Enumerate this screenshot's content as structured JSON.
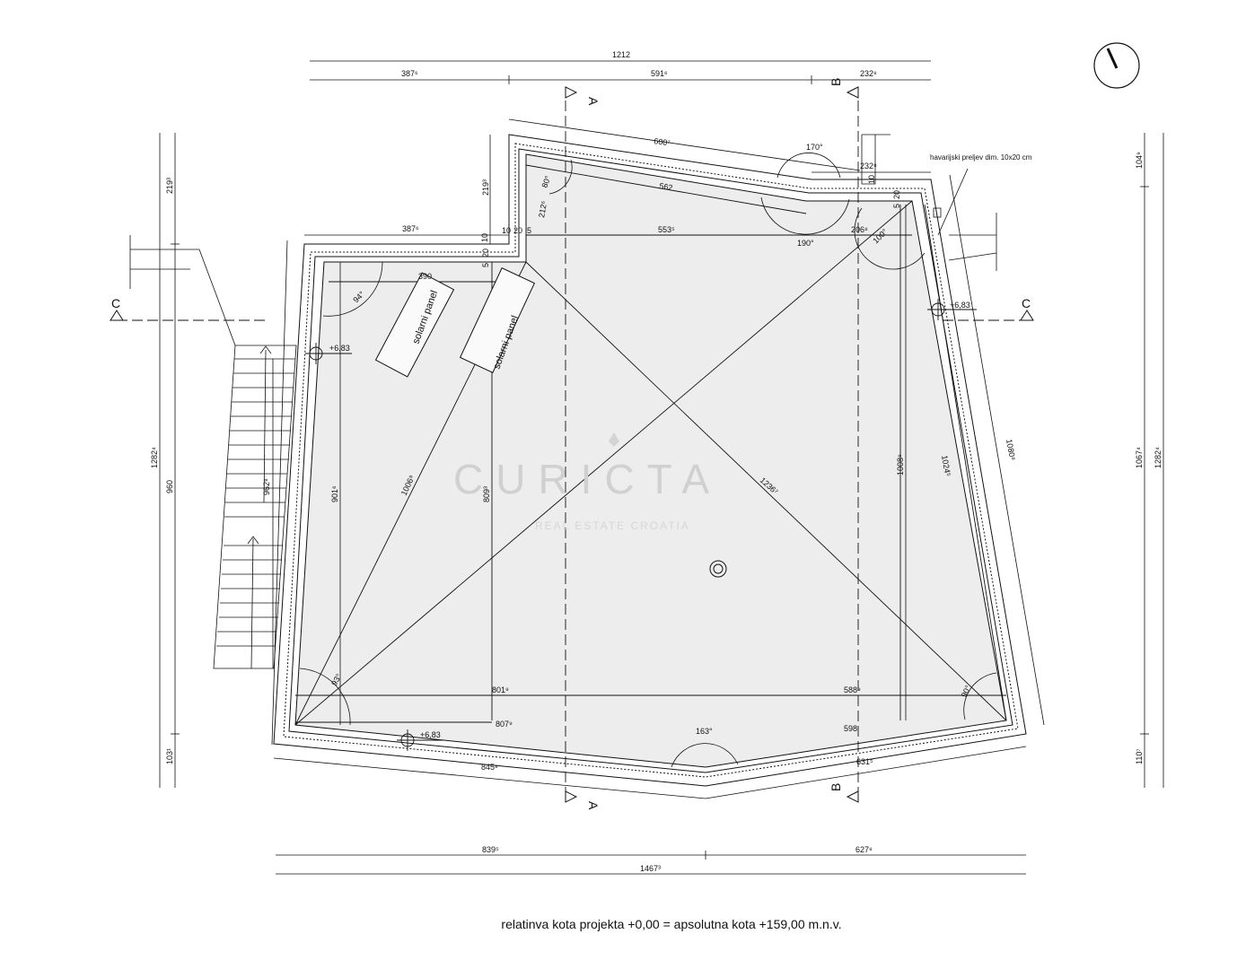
{
  "dimensions": {
    "top_total": "1212",
    "top_left": "387⁶",
    "top_mid": "591⁶",
    "top_right": "232⁸",
    "roof_top_edge": "600⁷",
    "dim_232_right": "232⁸",
    "inner_562": "562",
    "inner_553": "553⁵",
    "inner_206": "206⁸",
    "left_upper_387": "387⁶",
    "left_10": "10",
    "mid_10": "10",
    "mid_20": "20",
    "mid_5": "5",
    "left_5": "5",
    "left_20": "20",
    "right_10": "10",
    "right_20": "20",
    "right_5": "5",
    "dim_390": "390",
    "dim_212": "212⁶",
    "vert_219_left": "219³",
    "vert_219_mid": "219³",
    "vert_1282_left": "1282⁴",
    "vert_960": "960",
    "vert_103": "103¹",
    "vert_962": "962⁸",
    "vert_901": "901⁶",
    "diag_1006": "1006⁹",
    "vert_809": "809³",
    "diag_1236": "1236⁷",
    "vert_1008": "1008⁹",
    "diag_1024": "1024⁵",
    "right_1080": "1080⁸",
    "right_104": "104⁹",
    "right_1067": "1067⁴",
    "right_1282": "1282⁴",
    "right_110": "110⁷",
    "h_801": "801⁹",
    "h_588": "588⁹",
    "h_807": "807⁹",
    "h_598": "598",
    "bottom_845": "845⁸",
    "bottom_631": "631⁵",
    "bottom_839": "839⁵",
    "bottom_627": "627⁸",
    "bottom_total": "1467³"
  },
  "angles": {
    "a_80": "80°",
    "a_170": "170°",
    "a_190": "190°",
    "a_100": "100°",
    "a_94": "94°",
    "a_93": "93°",
    "a_163": "163°",
    "a_90": "90°"
  },
  "levels": {
    "left_upper": "+6,83",
    "right_upper": "+6,83",
    "bottom_left": "+6,83"
  },
  "labels": {
    "section_a": "A",
    "section_b": "B",
    "section_c": "C",
    "solar_panel_1": "solarni panel",
    "solar_panel_2": "solarni panel",
    "overflow_note": "havarijski preljev dim. 10x20 cm"
  },
  "watermark": {
    "brand": "CURICTA",
    "tagline": "REAL ESTATE CROATIA"
  },
  "footer": {
    "note": "relatinva kota projekta +0,00 = apsolutna kota +159,00 m.n.v."
  },
  "colors": {
    "line": "#111111",
    "roof_fill": "#ededed",
    "watermark": "#d0d0d0"
  }
}
